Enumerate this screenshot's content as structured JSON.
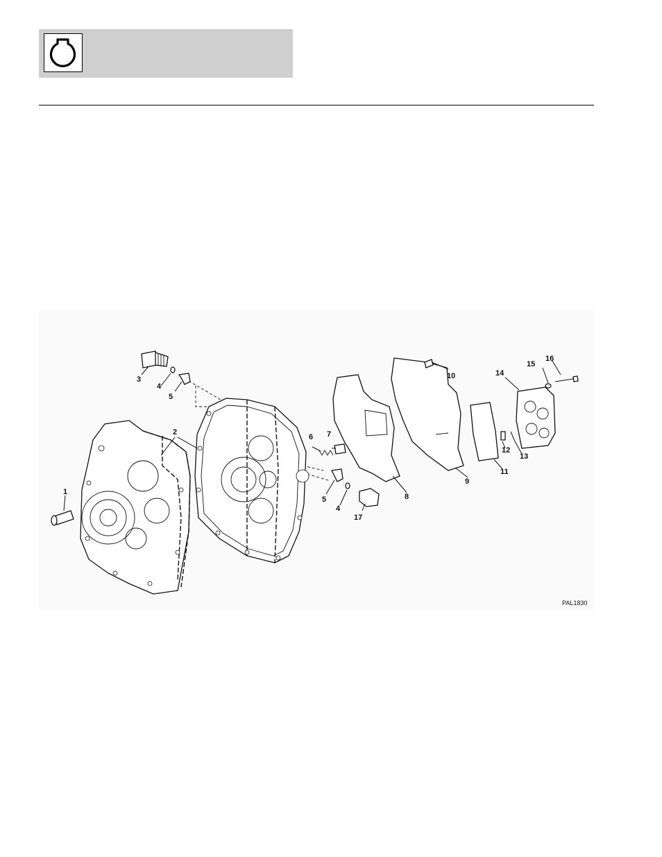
{
  "figure": {
    "code": "PAL1830",
    "callouts": [
      "1",
      "2",
      "3",
      "4",
      "5",
      "5",
      "4",
      "6",
      "7",
      "8",
      "9",
      "10",
      "11",
      "12",
      "13",
      "14",
      "15",
      "16",
      "17"
    ]
  },
  "icons": {
    "logo": "engine-transmission-outline-icon"
  }
}
